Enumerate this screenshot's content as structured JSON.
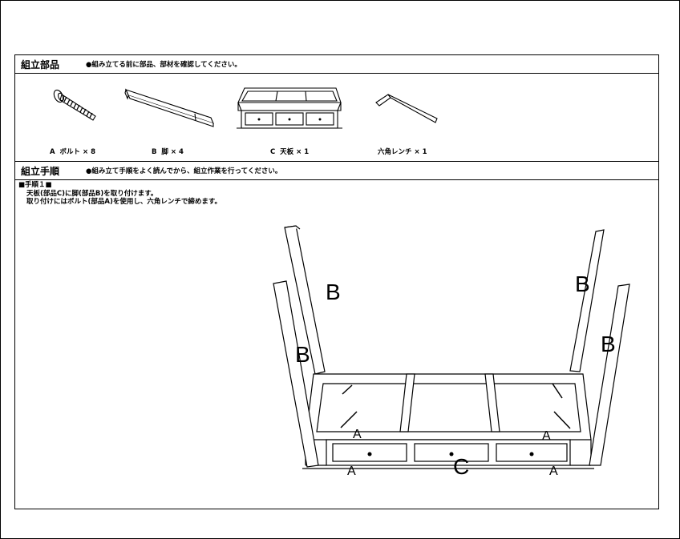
{
  "parts_section": {
    "title": "組立部品",
    "note": "●組み立てる前に部品、部材を確認してください。",
    "items": [
      {
        "letter": "A",
        "name": "ボルト",
        "qty": "× 8",
        "icon": "bolt-icon"
      },
      {
        "letter": "B",
        "name": "脚",
        "qty": "× 4",
        "icon": "leg-icon"
      },
      {
        "letter": "C",
        "name": "天板",
        "qty": "× 1",
        "icon": "tabletop-icon"
      },
      {
        "letter": "",
        "name": "六角レンチ",
        "qty": "× 1",
        "icon": "hex-wrench-icon"
      }
    ]
  },
  "procedure_section": {
    "title": "組立手順",
    "note": "●組み立て手順をよく読んでから、組立作業を行ってください。",
    "step_title": "■手順１■",
    "step_lines": [
      "天板(部品C)に脚(部品B)を取り付けます。",
      "取り付けにはボルト(部品A)を使用し、六角レンチで締めます。"
    ]
  },
  "diagram": {
    "leg_label": "B",
    "top_label": "C",
    "bolt_label": "A"
  }
}
